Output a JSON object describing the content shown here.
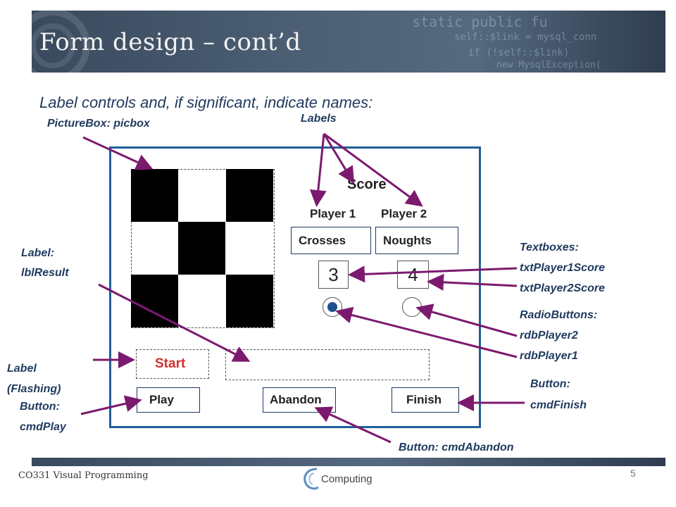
{
  "header": {
    "title": "Form design – cont’d"
  },
  "subtitle": "Label controls and, if significant, indicate names:",
  "annotations": {
    "picturebox": "PictureBox: picbox",
    "labels": "Labels",
    "label_result_1": "Label:",
    "label_result_2": "lblResult",
    "textboxes_1": "Textboxes:",
    "textboxes_2": "txtPlayer1Score",
    "textboxes_3": "txtPlayer2Score",
    "radio_1": "RadioButtons:",
    "radio_2": "rdbPlayer2",
    "radio_3": "rdbPlayer1",
    "label_flash_1": "Label",
    "label_flash_2": "(Flashing)",
    "cmdplay_1": "Button:",
    "cmdplay_2": "cmdPlay",
    "cmdfinish_1": "Button:",
    "cmdfinish_2": "cmdFinish",
    "cmdabandon": "Button: cmdAbandon"
  },
  "form": {
    "score_label": "Score",
    "player1_label": "Player 1",
    "player2_label": "Player 2",
    "player1_symbol": "Crosses",
    "player2_symbol": "Noughts",
    "player1_score": "3",
    "player2_score": "4",
    "start_label": "Start",
    "play_button": "Play",
    "abandon_button": "Abandon",
    "finish_button": "Finish"
  },
  "footer": {
    "course": "CO331 Visual Programming",
    "logo_text": "Computing",
    "page_number": "5"
  },
  "colors": {
    "accent_text": "#1f3a5f",
    "arrow": "#7b1a6e",
    "start_text": "#d0312d",
    "frame_border": "#1f5e9a",
    "radio_dot": "#1f4e8c"
  }
}
